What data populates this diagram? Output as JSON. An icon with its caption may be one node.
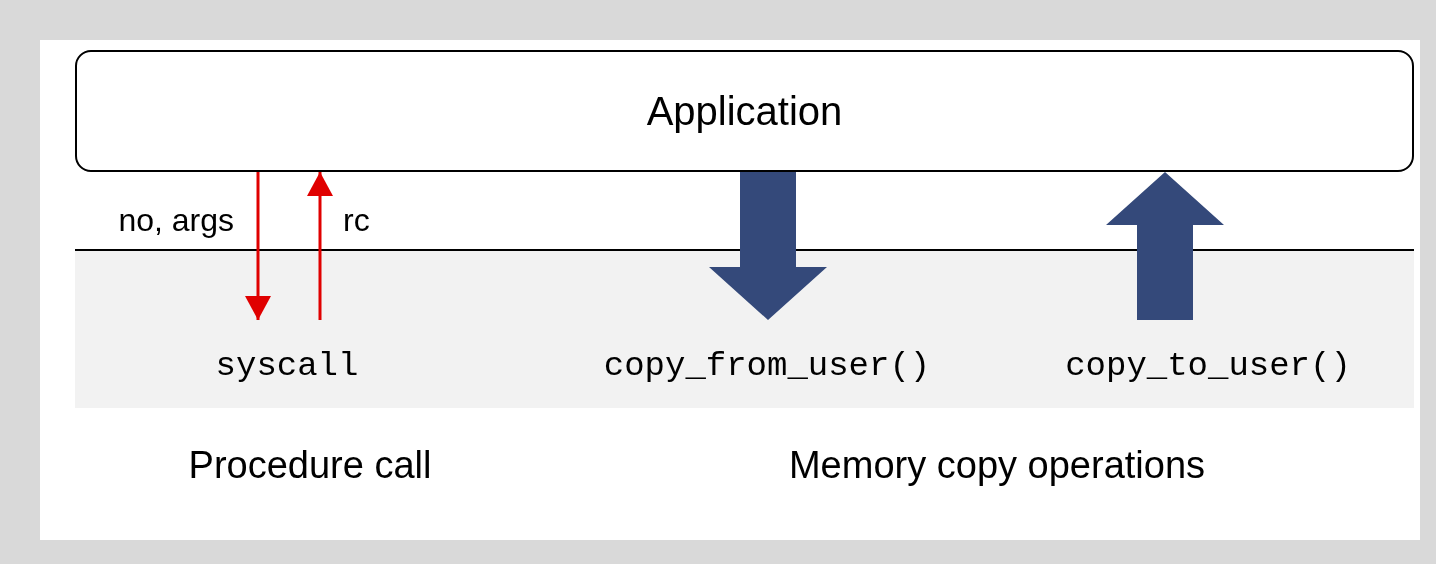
{
  "diagram": {
    "nodes": [
      {
        "text": [
          "Application"
        ]
      },
      {
        "text": [],
        "shape": "box"
      },
      {
        "text": [
          "syscall"
        ],
        "in": 1
      },
      {
        "text": [
          "copy_from_user()"
        ],
        "in": 1
      },
      {
        "text": [
          "copy_to_user()"
        ],
        "in": 1
      }
    ],
    "edges": [
      {
        "from": 0,
        "to": 2,
        "arrow": "to",
        "label": "no, args",
        "color": "#e00000"
      },
      {
        "from": 2,
        "to": 0,
        "arrow": "to",
        "label": "rc",
        "color": "#e00000"
      },
      {
        "from": 0,
        "to": 3,
        "arrow": "to",
        "style": "thick",
        "color": "#34497a"
      },
      {
        "from": 4,
        "to": 0,
        "arrow": "to",
        "style": "thick",
        "color": "#34497a"
      }
    ],
    "labels": [
      "Procedure call",
      "Memory copy operations"
    ]
  }
}
